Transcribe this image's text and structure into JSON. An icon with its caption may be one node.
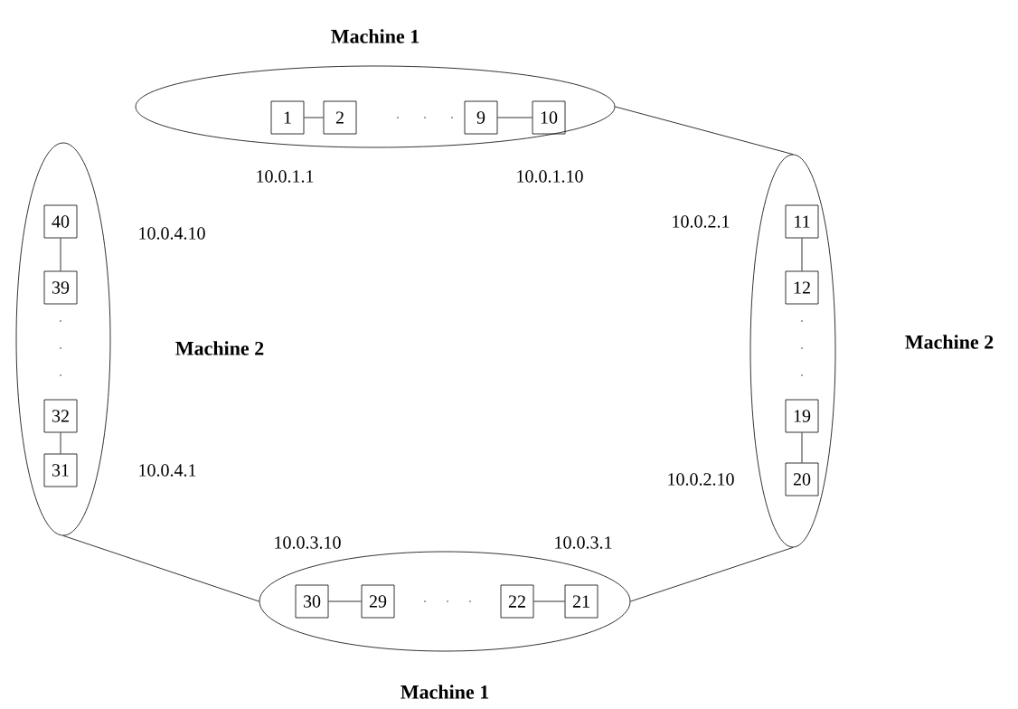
{
  "diagram": {
    "nodes": [
      {
        "text": [
          "Machine 1"
        ]
      },
      {
        "text": [
          "1"
        ],
        "in": 0,
        "beside": [
          "10.0.1.1"
        ]
      },
      {
        "text": [
          "2"
        ],
        "in": 0
      },
      {
        "text": [
          "9"
        ],
        "in": 0
      },
      {
        "text": [
          "10"
        ],
        "in": 0,
        "beside": [
          "10.0.1.10"
        ]
      },
      {
        "text": [
          "Machine 2"
        ]
      },
      {
        "text": [
          "11"
        ],
        "in": 5,
        "beside": [
          "10.0.2.1"
        ]
      },
      {
        "text": [
          "12"
        ],
        "in": 5
      },
      {
        "text": [
          "19"
        ],
        "in": 5
      },
      {
        "text": [
          "20"
        ],
        "in": 5,
        "beside": [
          "10.0.2.10"
        ]
      },
      {
        "text": [
          "Machine 1"
        ]
      },
      {
        "text": [
          "30"
        ],
        "in": 10,
        "beside": [
          "10.0.3.10"
        ]
      },
      {
        "text": [
          "29"
        ],
        "in": 10
      },
      {
        "text": [
          "22"
        ],
        "in": 10
      },
      {
        "text": [
          "21"
        ],
        "in": 10,
        "beside": [
          "10.0.3.1"
        ]
      },
      {
        "text": [
          "Machine 2"
        ]
      },
      {
        "text": [
          "40"
        ],
        "in": 15,
        "beside": [
          "10.0.4.10"
        ]
      },
      {
        "text": [
          "39"
        ],
        "in": 15
      },
      {
        "text": [
          "32"
        ],
        "in": 15
      },
      {
        "text": [
          "31"
        ],
        "in": 15,
        "beside": [
          "10.0.4.1"
        ]
      }
    ],
    "edges": [
      {
        "from": 1,
        "to": 2,
        "arrow": "none"
      },
      {
        "from": 3,
        "to": 4,
        "arrow": "none"
      },
      {
        "from": 6,
        "to": 7,
        "arrow": "none"
      },
      {
        "from": 8,
        "to": 9,
        "arrow": "none"
      },
      {
        "from": 11,
        "to": 12,
        "arrow": "none"
      },
      {
        "from": 13,
        "to": 14,
        "arrow": "none"
      },
      {
        "from": 16,
        "to": 17,
        "arrow": "none"
      },
      {
        "from": 18,
        "to": 19,
        "arrow": "none"
      },
      {
        "from": 0,
        "to": 5,
        "arrow": "none"
      },
      {
        "from": 5,
        "to": 10,
        "arrow": "none"
      },
      {
        "from": 10,
        "to": 15,
        "arrow": "none"
      }
    ]
  }
}
